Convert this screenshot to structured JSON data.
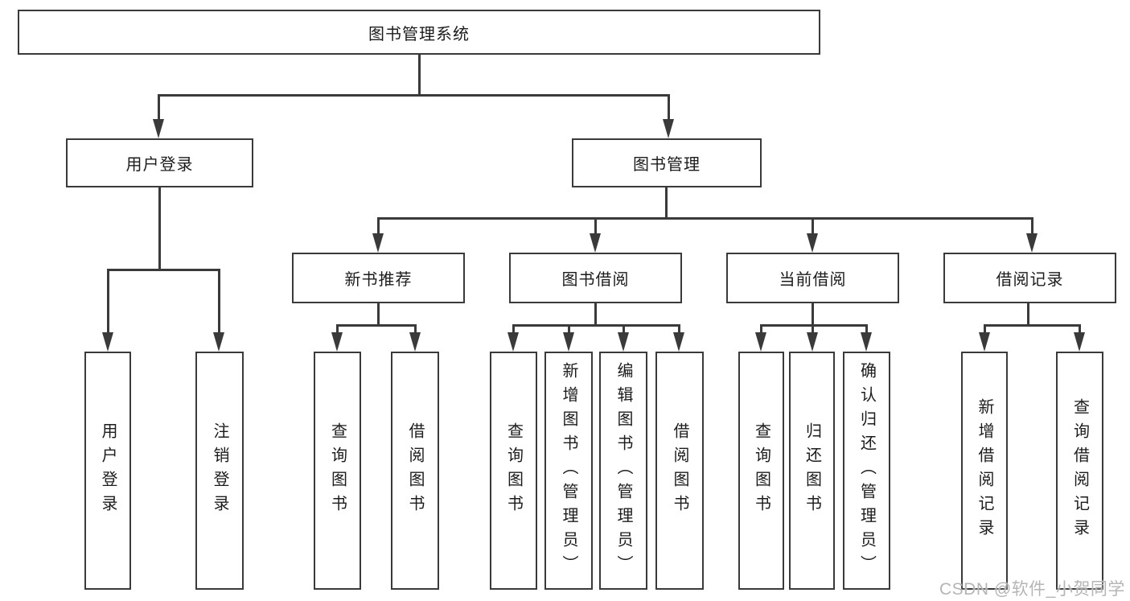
{
  "colors": {
    "line": "#3a3a3a",
    "border": "#3a3a3a",
    "fill": "#ffffff",
    "text": "#1c1c1c",
    "watermark": "#b5b5b5"
  },
  "watermark": "CSDN @软件_小贺同学",
  "tree": {
    "root": "图书管理系统",
    "branches": [
      {
        "label": "用户登录",
        "children": [
          "用户登录",
          "注销登录"
        ]
      },
      {
        "label": "图书管理",
        "groups": [
          {
            "label": "新书推荐",
            "children": [
              "查询图书",
              "借阅图书"
            ]
          },
          {
            "label": "图书借阅",
            "children": [
              "查询图书",
              "新增图书（管理员）",
              "编辑图书（管理员）",
              "借阅图书"
            ]
          },
          {
            "label": "当前借阅",
            "children": [
              "查询图书",
              "归还图书",
              "确认归还（管理员）"
            ]
          },
          {
            "label": "借阅记录",
            "children": [
              "新增借阅记录",
              "查询借阅记录"
            ]
          }
        ]
      }
    ]
  }
}
